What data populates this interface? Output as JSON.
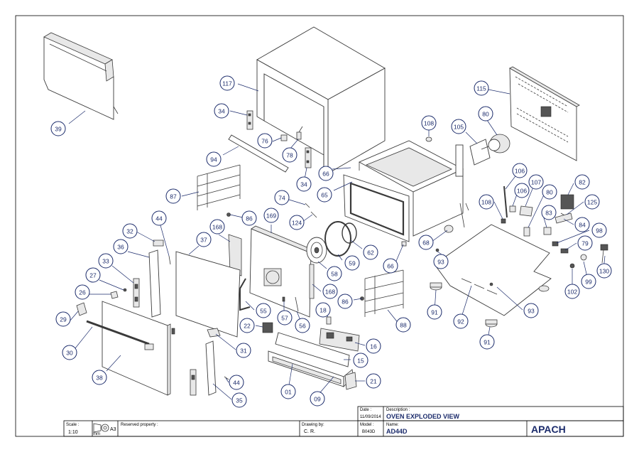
{
  "title_block": {
    "scale_label": "Scale :",
    "scale_value": "1:10",
    "unit": "mm",
    "sheet_size": "A3",
    "reserved_label": "Reserved property :",
    "drawing_label": "Drawing by:",
    "drawing_value": "C. R.",
    "date_label": "Date :",
    "date_value": "11/09/2014",
    "model_label": "Model :",
    "model_value": "B043D",
    "description_label": "Description :",
    "description_value": "OVEN EXPLODED VIEW",
    "name_label": "Name:",
    "name_value": "AD44D",
    "brand": "APACH"
  },
  "balloons": [
    {
      "label": "39"
    },
    {
      "label": "117"
    },
    {
      "label": "34"
    },
    {
      "label": "76"
    },
    {
      "label": "78"
    },
    {
      "label": "94"
    },
    {
      "label": "34"
    },
    {
      "label": "66"
    },
    {
      "label": "108"
    },
    {
      "label": "105"
    },
    {
      "label": "80"
    },
    {
      "label": "115"
    },
    {
      "label": "87"
    },
    {
      "label": "74"
    },
    {
      "label": "65"
    },
    {
      "label": "86"
    },
    {
      "label": "124"
    },
    {
      "label": "44"
    },
    {
      "label": "169"
    },
    {
      "label": "32"
    },
    {
      "label": "168"
    },
    {
      "label": "37"
    },
    {
      "label": "36"
    },
    {
      "label": "33"
    },
    {
      "label": "27"
    },
    {
      "label": "26"
    },
    {
      "label": "29"
    },
    {
      "label": "30"
    },
    {
      "label": "38"
    },
    {
      "label": "58"
    },
    {
      "label": "59"
    },
    {
      "label": "62"
    },
    {
      "label": "66"
    },
    {
      "label": "68"
    },
    {
      "label": "93"
    },
    {
      "label": "106"
    },
    {
      "label": "106"
    },
    {
      "label": "107"
    },
    {
      "label": "80"
    },
    {
      "label": "82"
    },
    {
      "label": "108"
    },
    {
      "label": "125"
    },
    {
      "label": "83"
    },
    {
      "label": "84"
    },
    {
      "label": "98"
    },
    {
      "label": "79"
    },
    {
      "label": "130"
    },
    {
      "label": "102"
    },
    {
      "label": "99"
    },
    {
      "label": "93"
    },
    {
      "label": "92"
    },
    {
      "label": "91"
    },
    {
      "label": "91"
    },
    {
      "label": "88"
    },
    {
      "label": "86"
    },
    {
      "label": "168"
    },
    {
      "label": "55"
    },
    {
      "label": "57"
    },
    {
      "label": "56"
    },
    {
      "label": "18"
    },
    {
      "label": "22"
    },
    {
      "label": "31"
    },
    {
      "label": "16"
    },
    {
      "label": "15"
    },
    {
      "label": "21"
    },
    {
      "label": "09"
    },
    {
      "label": "01"
    },
    {
      "label": "44"
    },
    {
      "label": "35"
    }
  ]
}
